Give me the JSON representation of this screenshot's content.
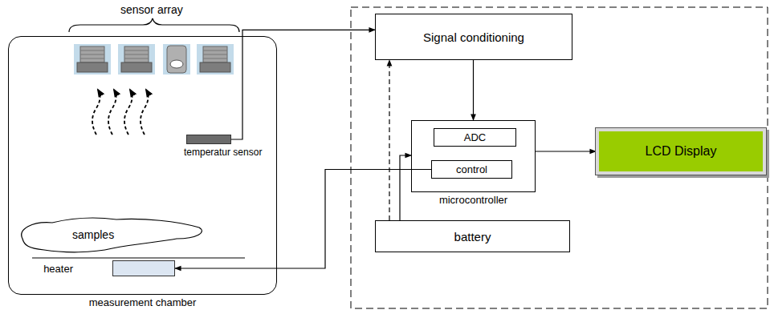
{
  "diagram": {
    "nodes": [
      {
        "text": [
          "measurement chamber"
        ]
      },
      {
        "text": [
          "temperatur sensor"
        ],
        "in": 0
      },
      {
        "text": [
          "samples"
        ],
        "in": 0
      },
      {
        "text": [
          "heater"
        ],
        "in": 0
      },
      {
        "text": [
          "Signal conditioning"
        ]
      },
      {
        "text": [
          "microcontroller"
        ]
      },
      {
        "text": [
          "ADC"
        ],
        "in": 5
      },
      {
        "text": [
          "control"
        ],
        "in": 5
      },
      {
        "text": [
          "battery"
        ]
      },
      {
        "text": [
          "LCD Display"
        ]
      }
    ],
    "edges": [
      {
        "from": 1,
        "to": 4,
        "arrow": "to"
      },
      {
        "from": 4,
        "to": 5,
        "arrow": "to"
      },
      {
        "from": 5,
        "to": 9,
        "arrow": "to"
      },
      {
        "from": 7,
        "to": 3,
        "arrow": "to"
      },
      {
        "from": 8,
        "to": 5,
        "arrow": "to"
      },
      {
        "from": 8,
        "to": 4,
        "arrow": "to"
      }
    ],
    "labels": [
      "sensor array"
    ]
  }
}
